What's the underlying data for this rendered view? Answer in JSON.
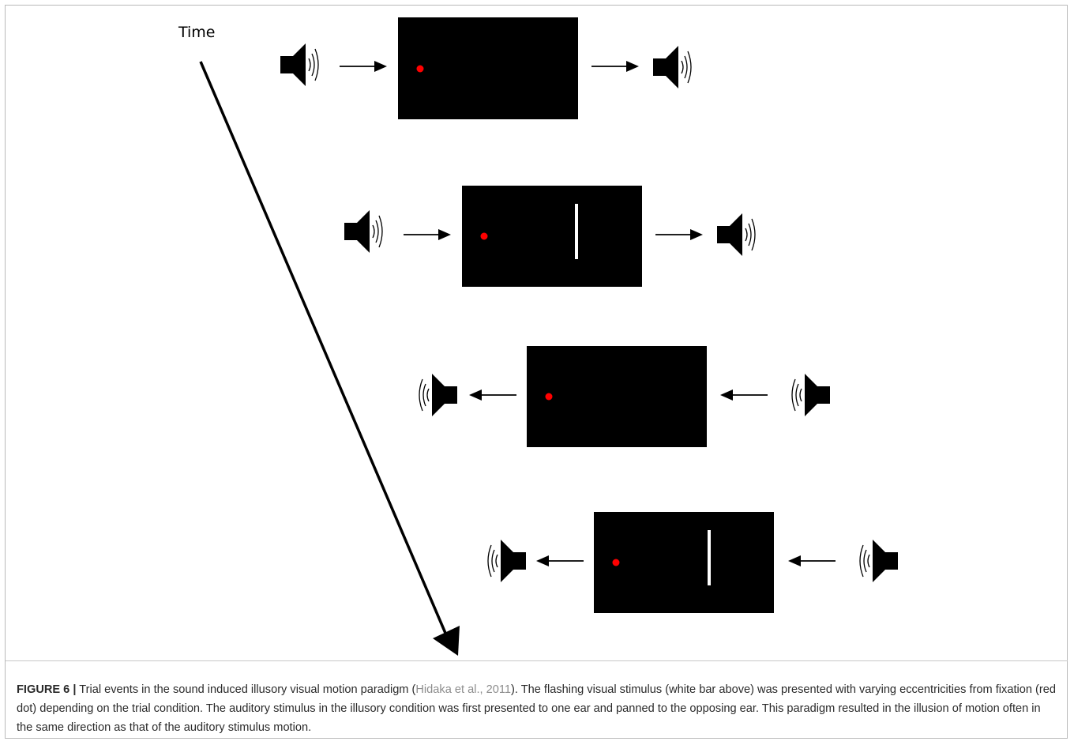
{
  "time_label": "Time",
  "colors": {
    "screen": "#000000",
    "fixation_dot": "#ff0000",
    "flash_bar": "#ffffff",
    "caption_text": "#2a2a2a",
    "citation_link": "#8d8d8d"
  },
  "icons": {
    "speaker": "speaker-icon",
    "arrow": "arrow-icon",
    "time_arrow": "time-arrow-icon"
  },
  "trials": [
    {
      "name": "trial-1",
      "speaker_facing": "right",
      "arrow_direction": "right",
      "flash_bar": false
    },
    {
      "name": "trial-2",
      "speaker_facing": "right",
      "arrow_direction": "right",
      "flash_bar": true
    },
    {
      "name": "trial-3",
      "speaker_facing": "left",
      "arrow_direction": "left",
      "flash_bar": false
    },
    {
      "name": "trial-4",
      "speaker_facing": "left",
      "arrow_direction": "left",
      "flash_bar": true
    }
  ],
  "caption": {
    "label": "FIGURE 6 |",
    "text_before": " Trial events in the sound induced illusory visual motion paradigm (",
    "citation": "Hidaka et al., 2011",
    "text_after": "). The flashing visual stimulus (white bar above) was presented with varying eccentricities from fixation (red dot) depending on the trial condition. The auditory stimulus in the illusory condition was first presented to one ear and panned to the opposing ear. This paradigm resulted in the illusion of motion often in the same direction as that of the auditory stimulus motion."
  }
}
